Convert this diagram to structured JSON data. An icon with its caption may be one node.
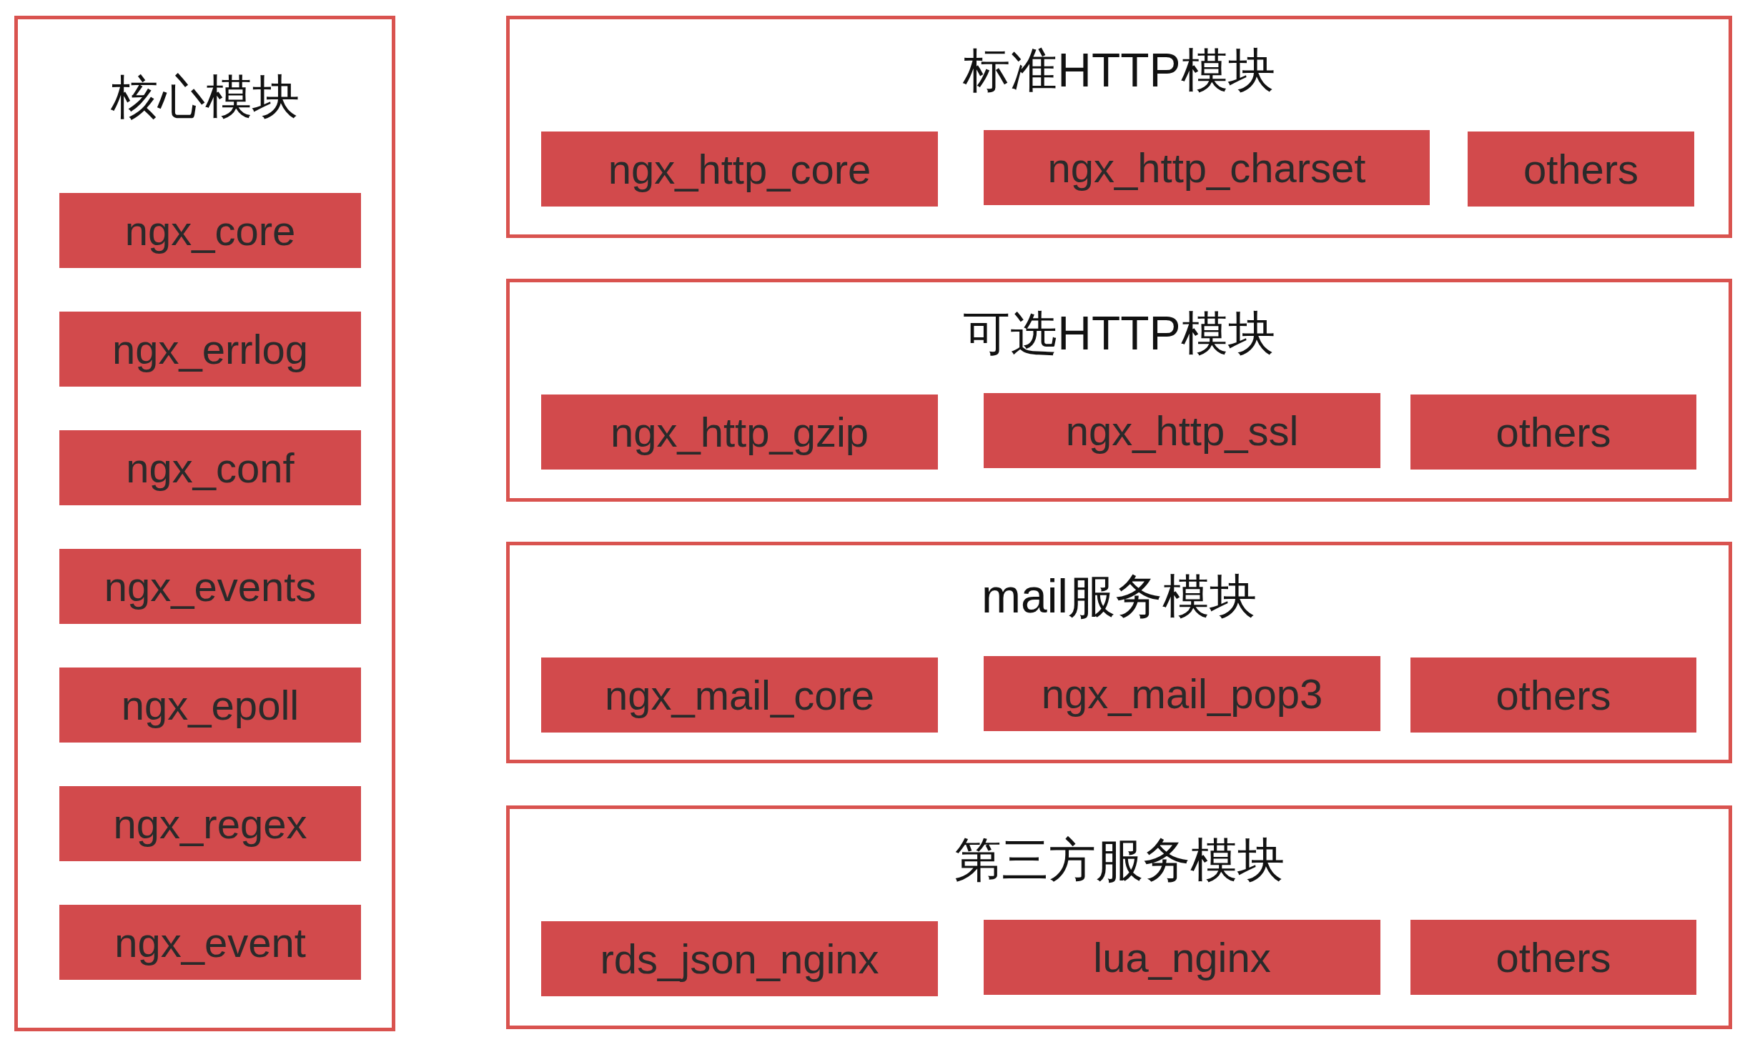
{
  "diagram": {
    "nodes": [
      {
        "text": [
          "核心模块"
        ]
      },
      {
        "text": [
          "ngx_core"
        ],
        "in": 0
      },
      {
        "text": [
          "ngx_errlog"
        ],
        "in": 0
      },
      {
        "text": [
          "ngx_conf"
        ],
        "in": 0
      },
      {
        "text": [
          "ngx_events"
        ],
        "in": 0
      },
      {
        "text": [
          "ngx_epoll"
        ],
        "in": 0
      },
      {
        "text": [
          "ngx_regex"
        ],
        "in": 0
      },
      {
        "text": [
          "ngx_event"
        ],
        "in": 0
      },
      {
        "text": [
          "标准HTTP模块"
        ]
      },
      {
        "text": [
          "ngx_http_core"
        ],
        "in": 8
      },
      {
        "text": [
          "ngx_http_charset"
        ],
        "in": 8
      },
      {
        "text": [
          "others"
        ],
        "in": 8
      },
      {
        "text": [
          "可选HTTP模块"
        ]
      },
      {
        "text": [
          "ngx_http_gzip"
        ],
        "in": 12
      },
      {
        "text": [
          "ngx_http_ssl"
        ],
        "in": 12
      },
      {
        "text": [
          "others"
        ],
        "in": 12
      },
      {
        "text": [
          "mail服务模块"
        ]
      },
      {
        "text": [
          "ngx_mail_core"
        ],
        "in": 16
      },
      {
        "text": [
          "ngx_mail_pop3"
        ],
        "in": 16
      },
      {
        "text": [
          "others"
        ],
        "in": 16
      },
      {
        "text": [
          "第三方服务模块"
        ]
      },
      {
        "text": [
          "rds_json_nginx"
        ],
        "in": 20
      },
      {
        "text": [
          "lua_nginx"
        ],
        "in": 20
      },
      {
        "text": [
          "others"
        ],
        "in": 20
      }
    ]
  }
}
